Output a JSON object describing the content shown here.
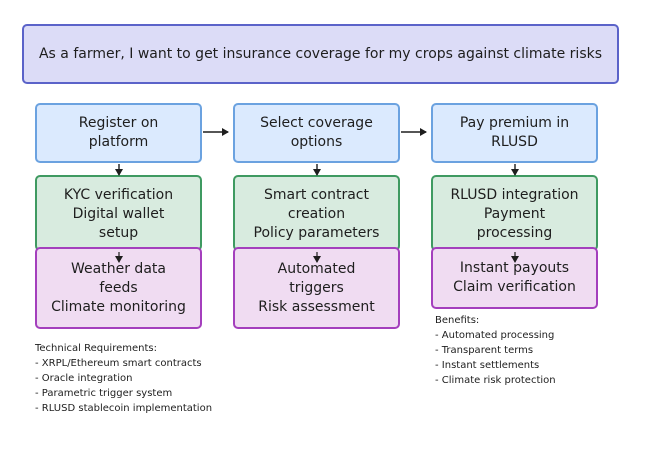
{
  "story": "As a farmer, I want to get insurance coverage for my crops against climate risks",
  "columns": [
    {
      "step": [
        "Register on",
        "platform"
      ],
      "green": [
        "KYC verification",
        "Digital wallet",
        "setup"
      ],
      "purple": [
        "Weather data",
        "feeds",
        "Climate monitoring"
      ]
    },
    {
      "step": [
        "Select coverage",
        "options"
      ],
      "green": [
        "Smart contract",
        "creation",
        "Policy parameters"
      ],
      "purple": [
        "Automated",
        "triggers",
        "Risk assessment"
      ]
    },
    {
      "step": [
        "Pay premium in",
        "RLUSD"
      ],
      "green": [
        "RLUSD integration",
        "Payment",
        "processing"
      ],
      "purple": [
        "Instant payouts",
        "Claim verification"
      ]
    }
  ],
  "technical": {
    "title": "Technical Requirements:",
    "items": [
      "- XRPL/Ethereum smart contracts",
      "- Oracle integration",
      "- Parametric trigger system",
      "- RLUSD stablecoin implementation"
    ]
  },
  "benefits": {
    "title": "Benefits:",
    "items": [
      "- Automated processing",
      "- Transparent terms",
      "- Instant settlements",
      "- Climate risk protection"
    ]
  }
}
